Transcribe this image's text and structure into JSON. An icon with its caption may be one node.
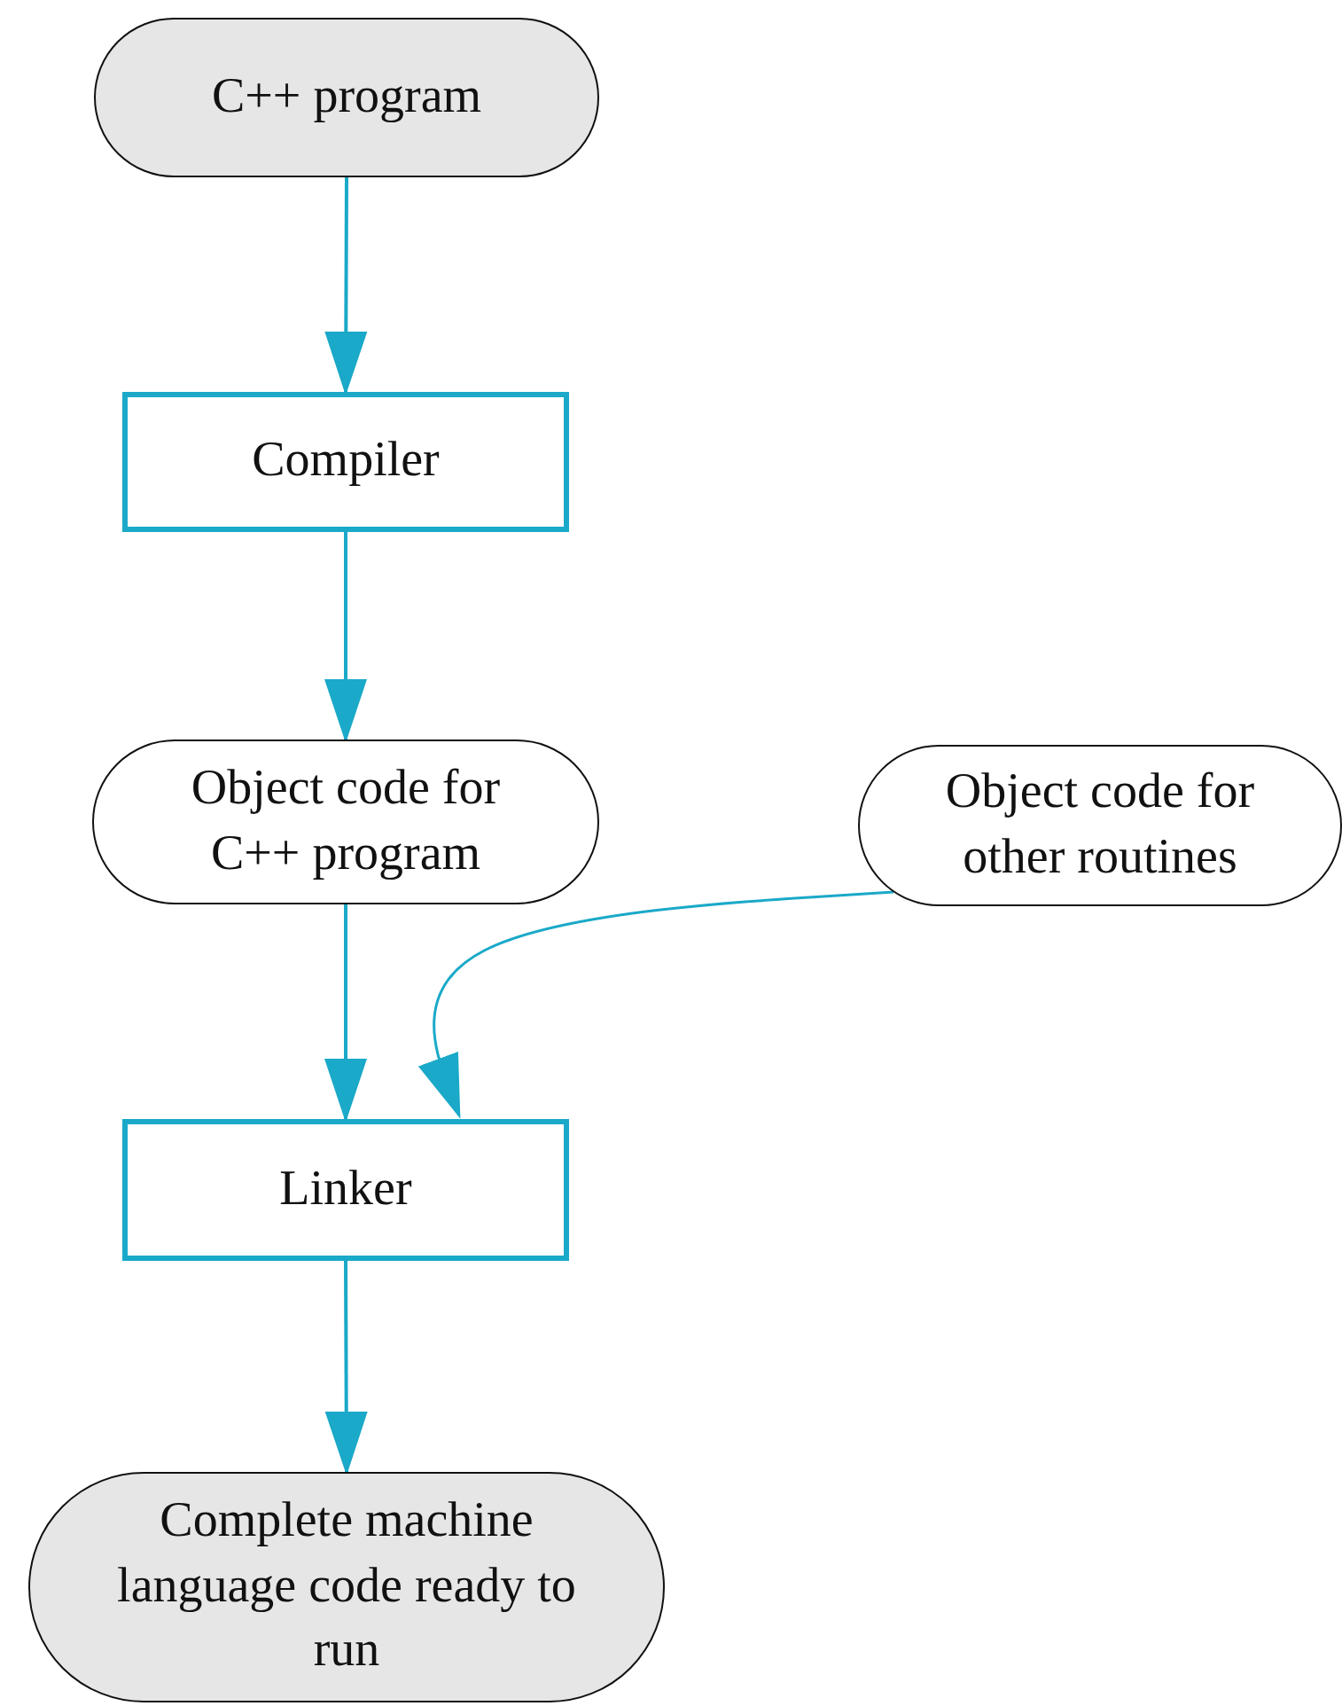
{
  "diagram": {
    "nodes": [
      {
        "text": [
          "C++ program"
        ]
      },
      {
        "text": [
          "Compiler"
        ]
      },
      {
        "text": [
          "Object code for C++ program"
        ]
      },
      {
        "text": [
          "Object code for other routines"
        ]
      },
      {
        "text": [
          "Linker"
        ]
      },
      {
        "text": [
          "Complete machine language code ready to run"
        ]
      }
    ],
    "edges": [
      {
        "from": 0,
        "to": 1,
        "arrow": "to"
      },
      {
        "from": 1,
        "to": 2,
        "arrow": "to"
      },
      {
        "from": 2,
        "to": 4,
        "arrow": "to"
      },
      {
        "from": 3,
        "to": 4,
        "arrow": "to"
      },
      {
        "from": 4,
        "to": 5,
        "arrow": "to"
      }
    ]
  }
}
